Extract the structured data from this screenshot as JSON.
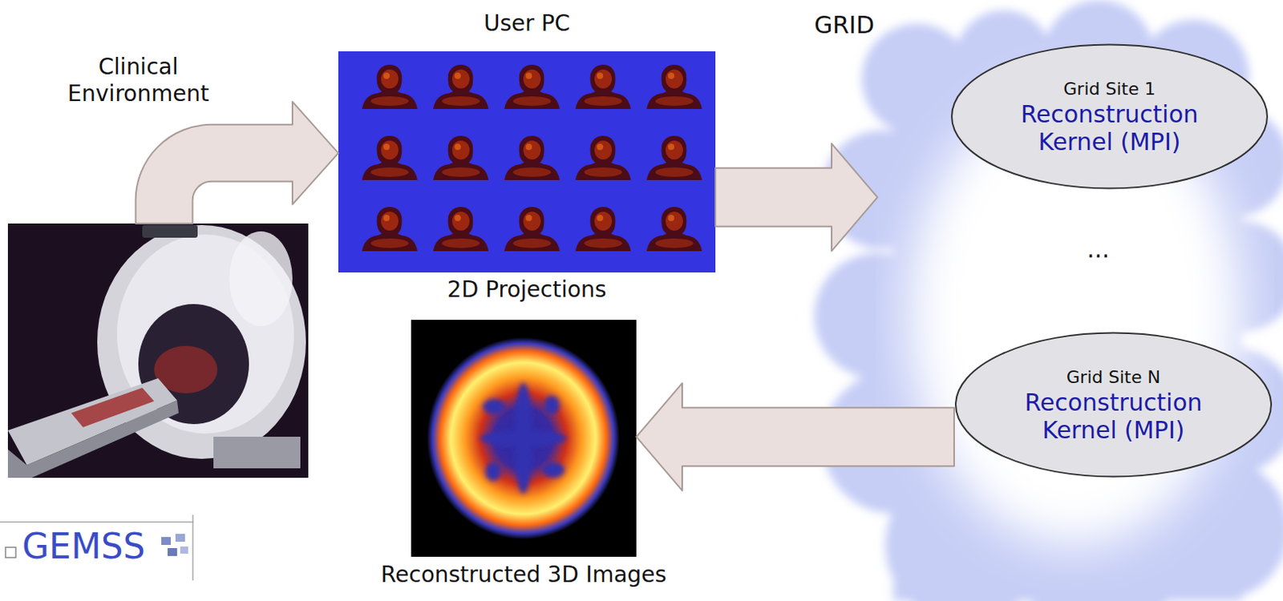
{
  "diagram": {
    "nodes": [
      {
        "text": [
          "Clinical Environment"
        ]
      },
      {
        "text": [
          "User PC",
          "2D Projections"
        ]
      },
      {
        "text": [
          "GRID"
        ]
      },
      {
        "text": [
          "Grid Site 1",
          "Reconstruction Kernel (MPI)"
        ],
        "in": 2
      },
      {
        "text": [
          "Grid Site N",
          "Reconstruction Kernel (MPI)"
        ],
        "in": 2
      },
      {
        "text": [
          "Reconstructed 3D Images"
        ]
      }
    ],
    "edges": [
      {
        "from": 0,
        "to": 1,
        "arrow": "to"
      },
      {
        "from": 1,
        "to": 2,
        "arrow": "to"
      },
      {
        "from": 4,
        "to": 5,
        "arrow": "to"
      }
    ],
    "labels": [
      "...",
      "GEMSS"
    ]
  }
}
